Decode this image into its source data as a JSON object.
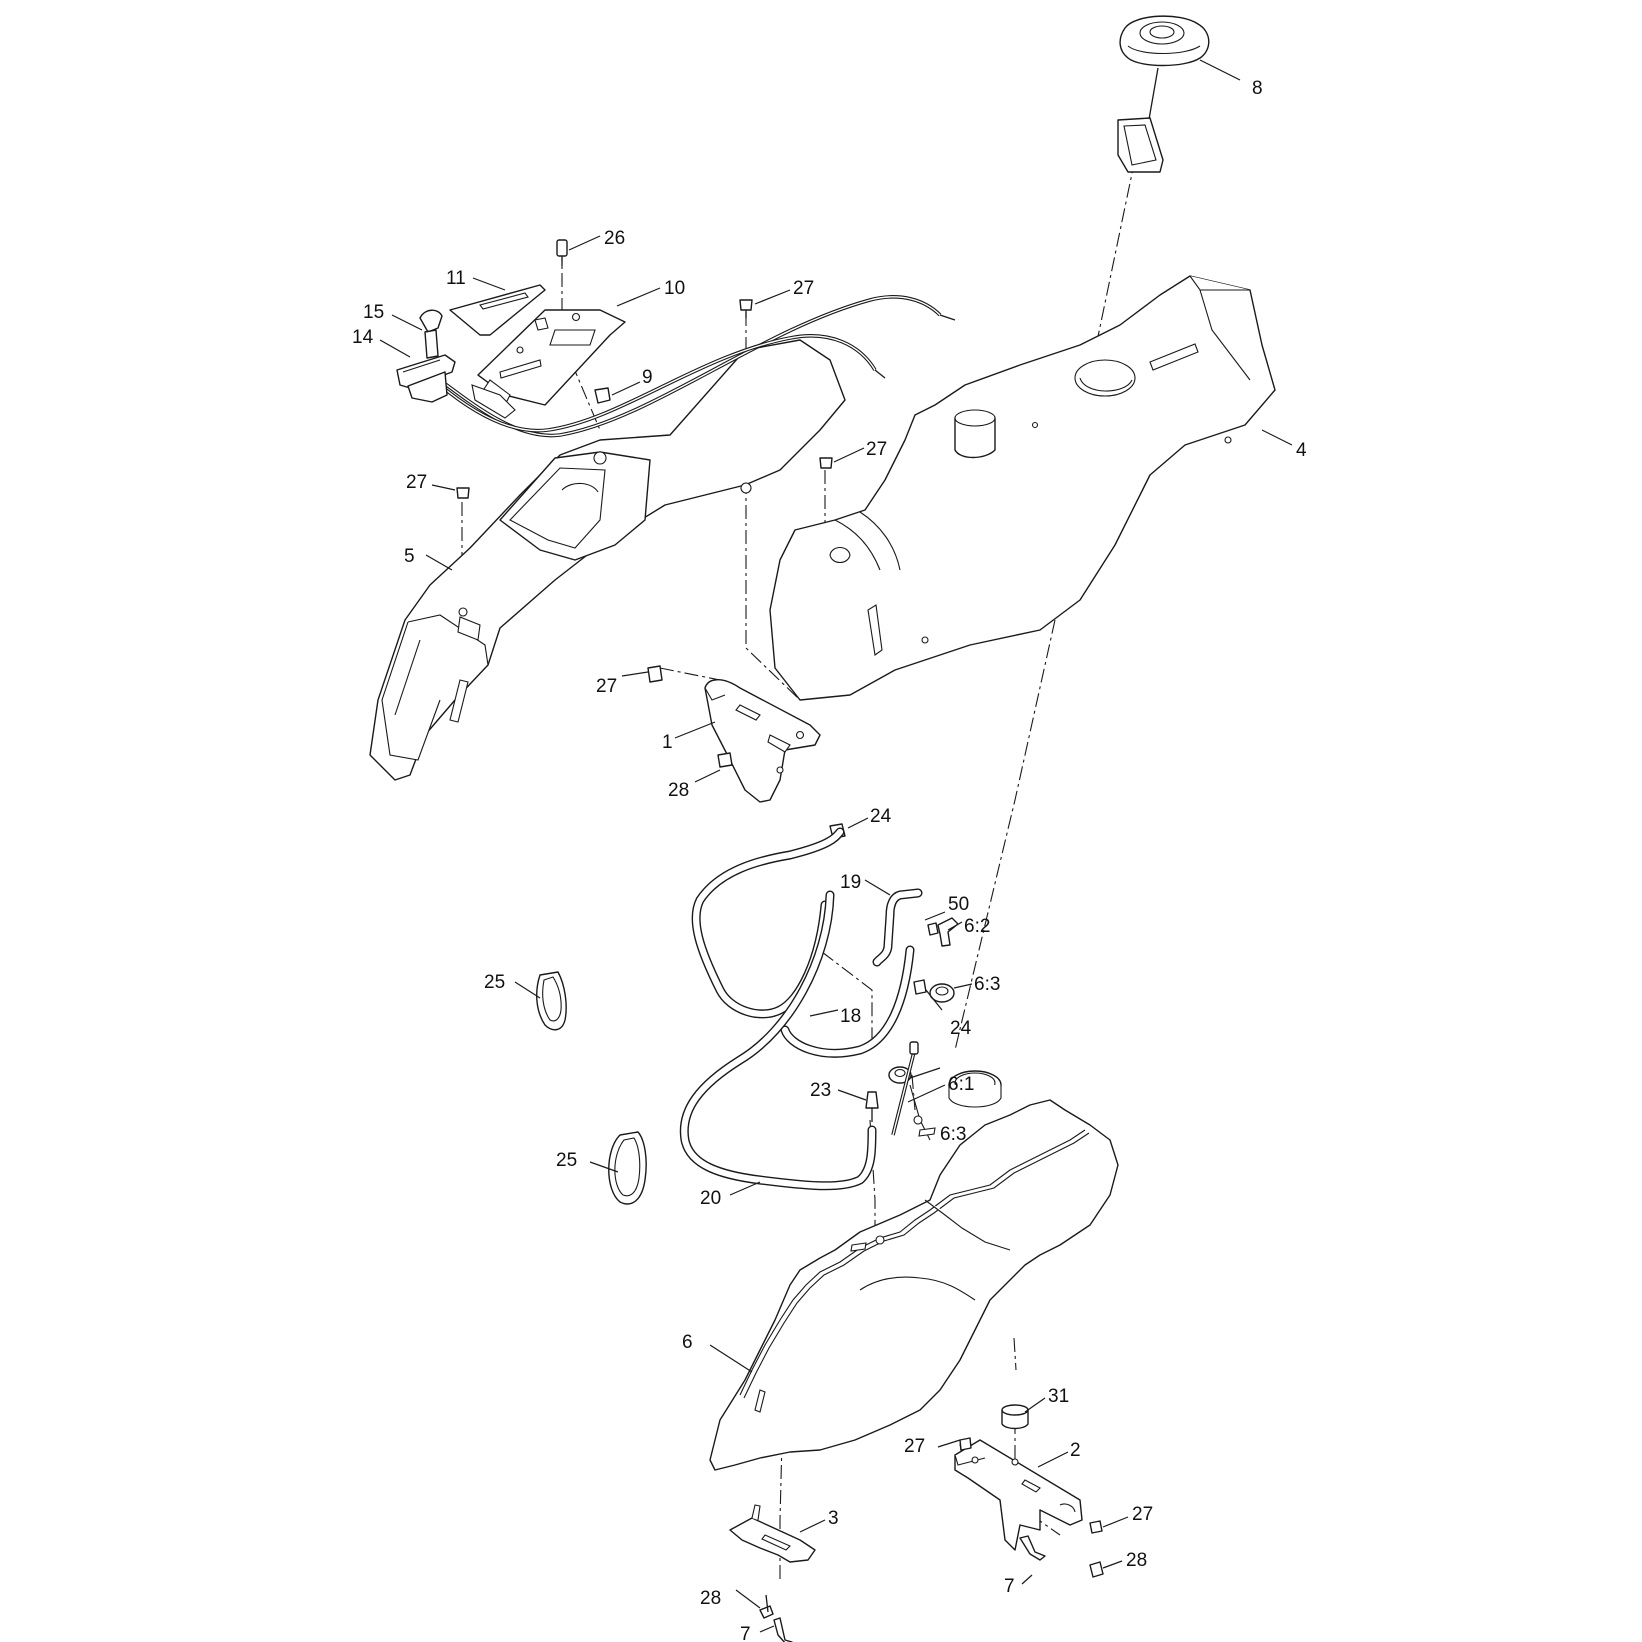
{
  "diagram": {
    "callouts": [
      {
        "id": "c8",
        "label": "8"
      },
      {
        "id": "c26",
        "label": "26"
      },
      {
        "id": "c11",
        "label": "11"
      },
      {
        "id": "c10",
        "label": "10"
      },
      {
        "id": "c27a",
        "label": "27"
      },
      {
        "id": "c15",
        "label": "15"
      },
      {
        "id": "c14",
        "label": "14"
      },
      {
        "id": "c9",
        "label": "9"
      },
      {
        "id": "c27b",
        "label": "27"
      },
      {
        "id": "c4",
        "label": "4"
      },
      {
        "id": "c27c",
        "label": "27"
      },
      {
        "id": "c5",
        "label": "5"
      },
      {
        "id": "c27d",
        "label": "27"
      },
      {
        "id": "c1",
        "label": "1"
      },
      {
        "id": "c28a",
        "label": "28"
      },
      {
        "id": "c24a",
        "label": "24"
      },
      {
        "id": "c19",
        "label": "19"
      },
      {
        "id": "c50",
        "label": "50"
      },
      {
        "id": "c62",
        "label": "6:2"
      },
      {
        "id": "c63a",
        "label": "6:3"
      },
      {
        "id": "c25a",
        "label": "25"
      },
      {
        "id": "c18",
        "label": "18"
      },
      {
        "id": "c24b",
        "label": "24"
      },
      {
        "id": "c23",
        "label": "23"
      },
      {
        "id": "c61",
        "label": "6:1"
      },
      {
        "id": "c63b",
        "label": "6:3"
      },
      {
        "id": "c25b",
        "label": "25"
      },
      {
        "id": "c20",
        "label": "20"
      },
      {
        "id": "c6",
        "label": "6"
      },
      {
        "id": "c31",
        "label": "31"
      },
      {
        "id": "c27e",
        "label": "27"
      },
      {
        "id": "c2",
        "label": "2"
      },
      {
        "id": "c3",
        "label": "3"
      },
      {
        "id": "c27f",
        "label": "27"
      },
      {
        "id": "c28b",
        "label": "28"
      },
      {
        "id": "c7a",
        "label": "7"
      },
      {
        "id": "c28c",
        "label": "28"
      },
      {
        "id": "c7b",
        "label": "7"
      }
    ],
    "colors": {
      "line": "#1a1a1a",
      "fill": "#ffffff",
      "text": "#111111"
    }
  }
}
